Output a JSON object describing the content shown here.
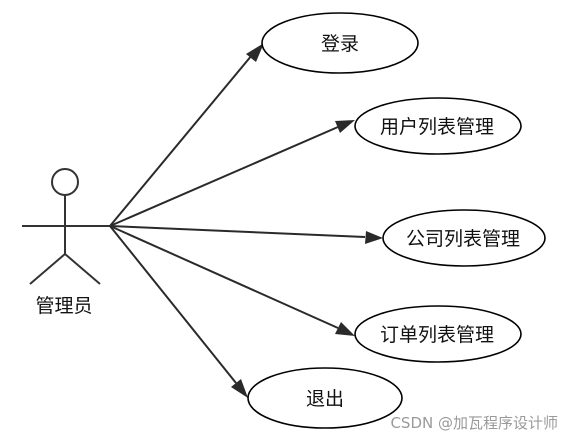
{
  "actor": {
    "label": "管理员"
  },
  "use_cases": [
    {
      "id": "login",
      "label": "登录"
    },
    {
      "id": "user-list",
      "label": "用户列表管理"
    },
    {
      "id": "company-list",
      "label": "公司列表管理"
    },
    {
      "id": "order-list",
      "label": "订单列表管理"
    },
    {
      "id": "logout",
      "label": "退出"
    }
  ],
  "watermark": "CSDN @加瓦程序设计师",
  "colors": {
    "stroke": "#000000",
    "line": "#2a2a2a",
    "watermark": "#9a9a9a"
  }
}
